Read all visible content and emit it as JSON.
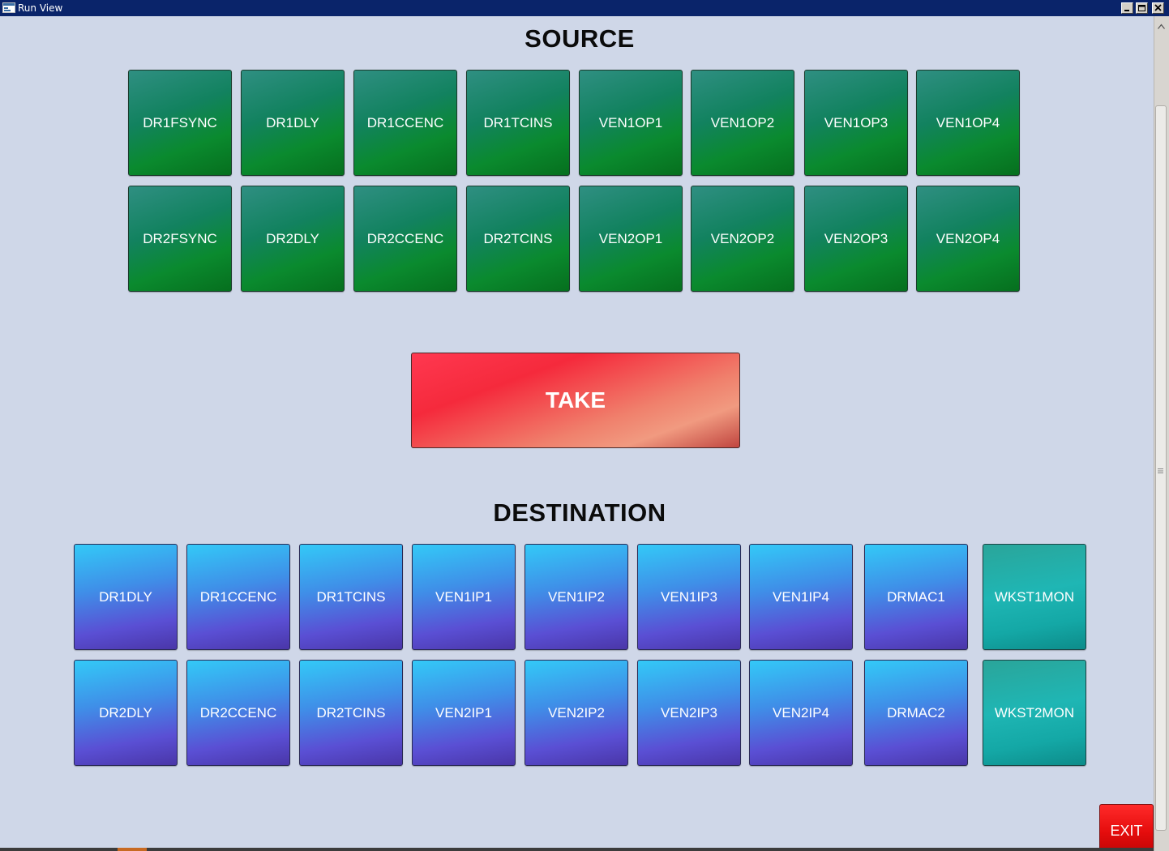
{
  "window": {
    "title": "Run View"
  },
  "source": {
    "heading": "SOURCE",
    "row1": [
      "DR1FSYNC",
      "DR1DLY",
      "DR1CCENC",
      "DR1TCINS",
      "VEN1OP1",
      "VEN1OP2",
      "VEN1OP3",
      "VEN1OP4"
    ],
    "row2": [
      "DR2FSYNC",
      "DR2DLY",
      "DR2CCENC",
      "DR2TCINS",
      "VEN2OP1",
      "VEN2OP2",
      "VEN2OP3",
      "VEN2OP4"
    ]
  },
  "take": {
    "label": "TAKE"
  },
  "destination": {
    "heading": "DESTINATION",
    "row1": [
      "DR1DLY",
      "DR1CCENC",
      "DR1TCINS",
      "VEN1IP1",
      "VEN1IP2",
      "VEN1IP3",
      "VEN1IP4",
      "DRMAC1",
      "WKST1MON"
    ],
    "row2": [
      "DR2DLY",
      "DR2CCENC",
      "DR2TCINS",
      "VEN2IP1",
      "VEN2IP2",
      "VEN2IP3",
      "VEN2IP4",
      "DRMAC2",
      "WKST2MON"
    ]
  },
  "exit": {
    "label": "EXIT"
  },
  "colors": {
    "background": "#cfd7e8",
    "source_button": "#0a8a2e",
    "destination_button": "#5a4fd4",
    "monitor_button": "#1fb6b4",
    "take_button": "#f52a3c",
    "exit_button": "#e50d0d",
    "titlebar": "#0a246a"
  }
}
